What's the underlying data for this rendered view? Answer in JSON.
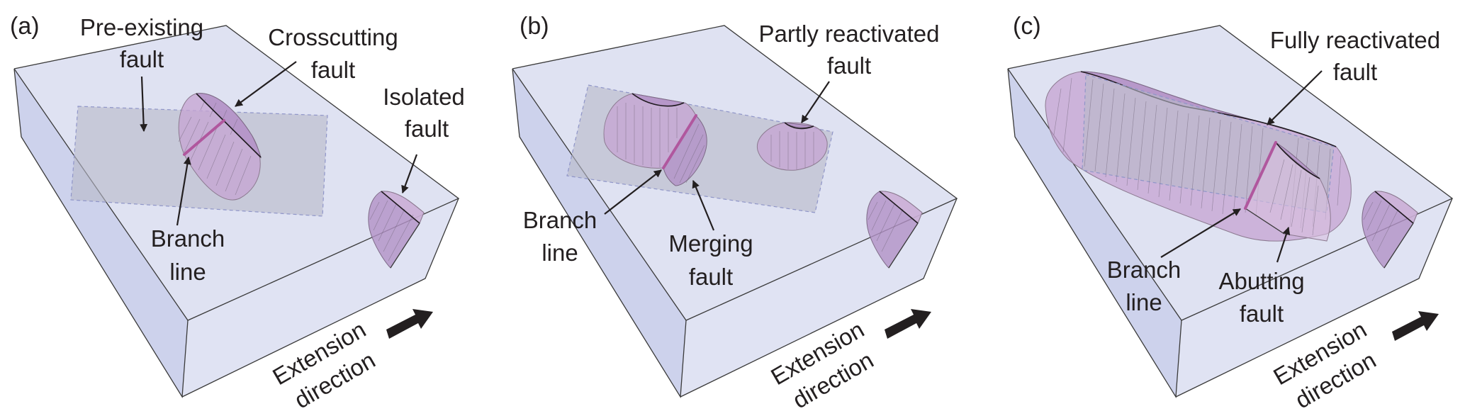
{
  "figure": {
    "panels": [
      {
        "id": "a",
        "label": "(a)",
        "annotations": {
          "pre_existing": [
            "Pre-existing",
            "fault"
          ],
          "crosscutting": [
            "Crosscutting",
            "fault"
          ],
          "isolated": [
            "Isolated",
            "fault"
          ],
          "branch": [
            "Branch",
            "line"
          ]
        },
        "extension": [
          "Extension",
          "direction"
        ]
      },
      {
        "id": "b",
        "label": "(b)",
        "annotations": {
          "partly_reactivated": [
            "Partly reactivated",
            "fault"
          ],
          "branch": [
            "Branch",
            "line"
          ],
          "merging": [
            "Merging",
            "fault"
          ]
        },
        "extension": [
          "Extension",
          "direction"
        ]
      },
      {
        "id": "c",
        "label": "(c)",
        "annotations": {
          "fully_reactivated": [
            "Fully reactivated",
            "fault"
          ],
          "branch": [
            "Branch",
            "line"
          ],
          "abutting": [
            "Abutting",
            "fault"
          ]
        },
        "extension": [
          "Extension",
          "direction"
        ]
      }
    ],
    "colors": {
      "block": "#dfe2f2",
      "pre_existing_fault": "#b7b9c8",
      "fault_surface": "#c6a3d2",
      "branch_line": "#b0579e",
      "text": "#231f20"
    }
  }
}
